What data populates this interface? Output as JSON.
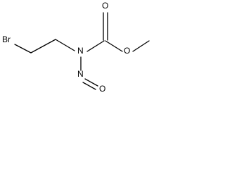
{
  "molecule": {
    "atoms": {
      "bromine": "Br",
      "nitrogen_amine": "N",
      "oxygen_carbonyl": "O",
      "oxygen_ester": "O",
      "nitrogen_nitroso": "N",
      "oxygen_nitroso": "O"
    }
  },
  "colors": {
    "bond": "#000000",
    "label": "#000000",
    "background": "#ffffff"
  }
}
